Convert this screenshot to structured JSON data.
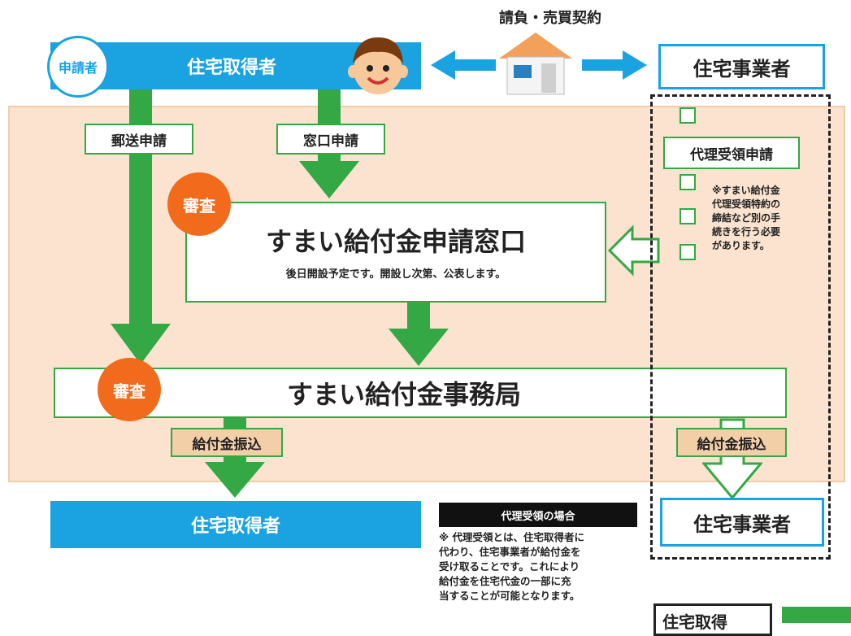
{
  "top": {
    "contract_label": "請負・売買契約",
    "applicant_badge": "申請者",
    "applicant_title": "住宅取得者",
    "builder_title": "住宅事業者"
  },
  "flow": {
    "mail_apply": "郵送申請",
    "window_apply": "窓口申請",
    "review_label": "審査",
    "window_title": "すまい給付金申請窓口",
    "window_sub": "後日開設予定です。開設し次第、公表します。",
    "office_title": "すまい給付金事務局",
    "transfer_left": "給付金振込",
    "transfer_right": "給付金振込"
  },
  "proxy": {
    "label": "代理受領申請",
    "note": "※すまい給付金\n代理受領特約の\n締結など別の手\n続きを行う必要\nがあります。"
  },
  "bottom": {
    "left_recipient": "住宅取得者",
    "right_recipient": "住宅事業者",
    "note_header": "代理受領の場合",
    "note_body": "※ 代理受領とは、住宅取得者に\n代わり、住宅事業者が給付金を\n受け取ることです。これにより\n給付金を住宅代金の一部に充\n当することが可能となります。",
    "cut_label": "住宅取得"
  },
  "colors": {
    "blue": "#1aa3e0",
    "green": "#33a845",
    "orange": "#f26a1b",
    "peach": "#fbe3cf"
  }
}
